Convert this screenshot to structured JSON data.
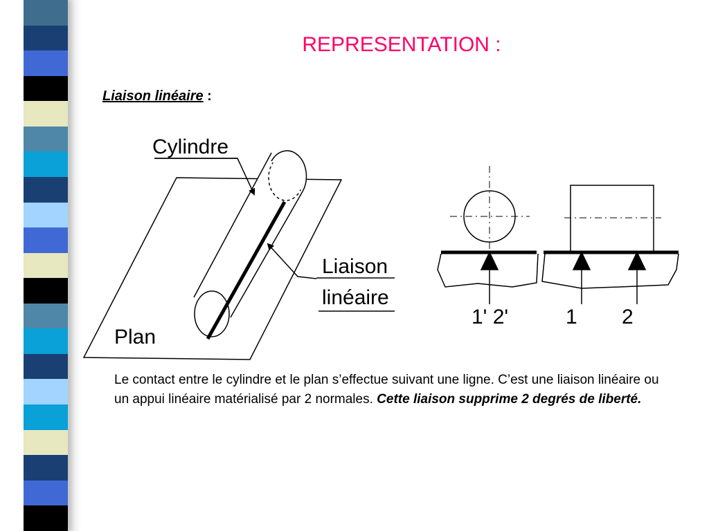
{
  "slide": {
    "title": "REPRESENTATION :",
    "title_color": "#ff0066"
  },
  "section": {
    "heading": "Liaison linéaire",
    "colon": " :"
  },
  "diagram": {
    "label_cylindre": "Cylindre",
    "label_liaison_line1": "Liaison",
    "label_liaison_line2": "linéaire",
    "label_plan": "Plan",
    "label_1p2p": "1' 2'",
    "label_1": "1",
    "label_2": "2"
  },
  "body": {
    "text": "Le contact entre le cylindre et le plan s’effectue suivant une ligne. C’est une liaison linéaire ou un appui linéaire matérialisé par 2 normales. ",
    "emphasis": "Cette liaison supprime 2 degrés de liberté."
  },
  "decor": {
    "stripe_colors": [
      "#3e6d8e",
      "#1a3f73",
      "#4169d6",
      "#000000",
      "#e7e7c0",
      "#4f87a8",
      "#0aa0d8",
      "#1a3f73",
      "#a2d4ff",
      "#4169d6",
      "#e7e7c0",
      "#000000",
      "#4f87a8",
      "#0aa0d8",
      "#1a3f73",
      "#a2d4ff",
      "#0aa0d8",
      "#e7e7c0",
      "#1a3f73",
      "#4169d6",
      "#000000"
    ]
  }
}
